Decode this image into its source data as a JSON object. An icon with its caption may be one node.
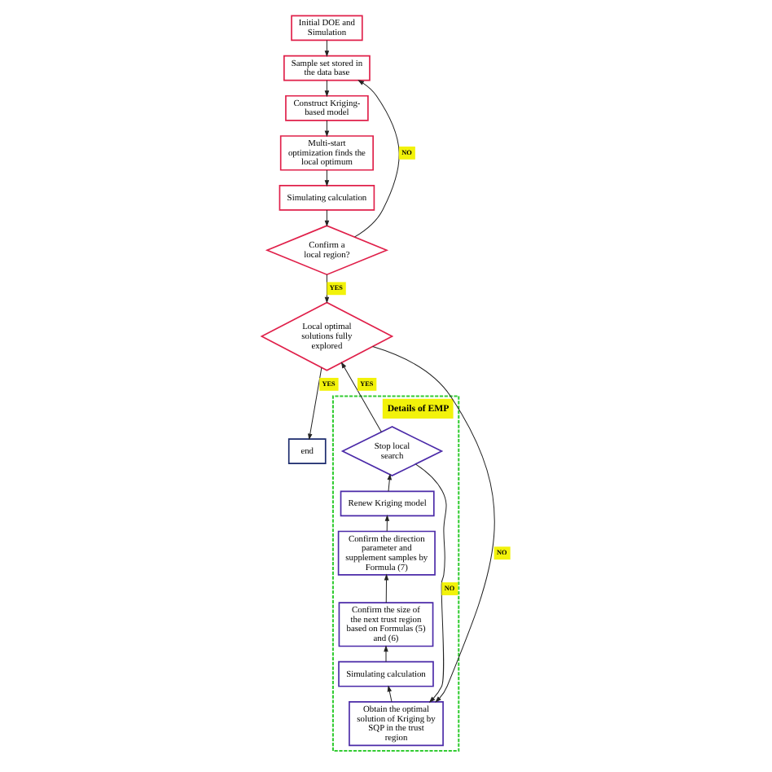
{
  "diagram": {
    "nodes": [
      {
        "text": [
          "Initial DOE and Simulation"
        ]
      },
      {
        "text": [
          "Sample set stored in the data base"
        ]
      },
      {
        "text": [
          "Construct Kriging-based model"
        ]
      },
      {
        "text": [
          "Multi-start optimization finds the local optimum"
        ]
      },
      {
        "text": [
          "Simulating calculation"
        ]
      },
      {
        "text": [
          "Confirm a local region?"
        ]
      },
      {
        "text": [
          "Local optimal solutions fully explored"
        ]
      },
      {
        "text": [
          "end"
        ]
      },
      {
        "text": [
          "Details of EMP"
        ]
      },
      {
        "text": [
          "Stop local search"
        ],
        "in": 8
      },
      {
        "text": [
          "Renew Kriging model"
        ],
        "in": 8
      },
      {
        "text": [
          "Confirm the direction parameter and supplement samples by Formula (7)"
        ],
        "in": 8
      },
      {
        "text": [
          "Confirm the size of the next trust region based on Formulas (5) and (6)"
        ],
        "in": 8
      },
      {
        "text": [
          "Simulating calculation"
        ],
        "in": 8
      },
      {
        "text": [
          "Obtain the optimal solution of Kriging by SQP in the trust region"
        ],
        "in": 8
      }
    ],
    "edges": [
      {
        "from": 0,
        "to": 1,
        "arrow": "to"
      },
      {
        "from": 1,
        "to": 2,
        "arrow": "to"
      },
      {
        "from": 2,
        "to": 3,
        "arrow": "to"
      },
      {
        "from": 3,
        "to": 4,
        "arrow": "to"
      },
      {
        "from": 4,
        "to": 5,
        "arrow": "to"
      },
      {
        "from": 5,
        "to": 1,
        "label": "NO",
        "arrow": "to"
      },
      {
        "from": 5,
        "to": 6,
        "label": "YES",
        "arrow": "to"
      },
      {
        "from": 6,
        "to": 7,
        "label": "YES",
        "arrow": "to"
      },
      {
        "from": 6,
        "to": 14,
        "label": "NO",
        "arrow": "to"
      },
      {
        "from": 14,
        "to": 13,
        "arrow": "to"
      },
      {
        "from": 13,
        "to": 12,
        "arrow": "to"
      },
      {
        "from": 12,
        "to": 11,
        "arrow": "to"
      },
      {
        "from": 11,
        "to": 10,
        "arrow": "to"
      },
      {
        "from": 10,
        "to": 9,
        "arrow": "to"
      },
      {
        "from": 9,
        "to": 6,
        "label": "YES",
        "arrow": "to"
      },
      {
        "from": 9,
        "to": 14,
        "label": "NO",
        "arrow": "to"
      }
    ]
  }
}
